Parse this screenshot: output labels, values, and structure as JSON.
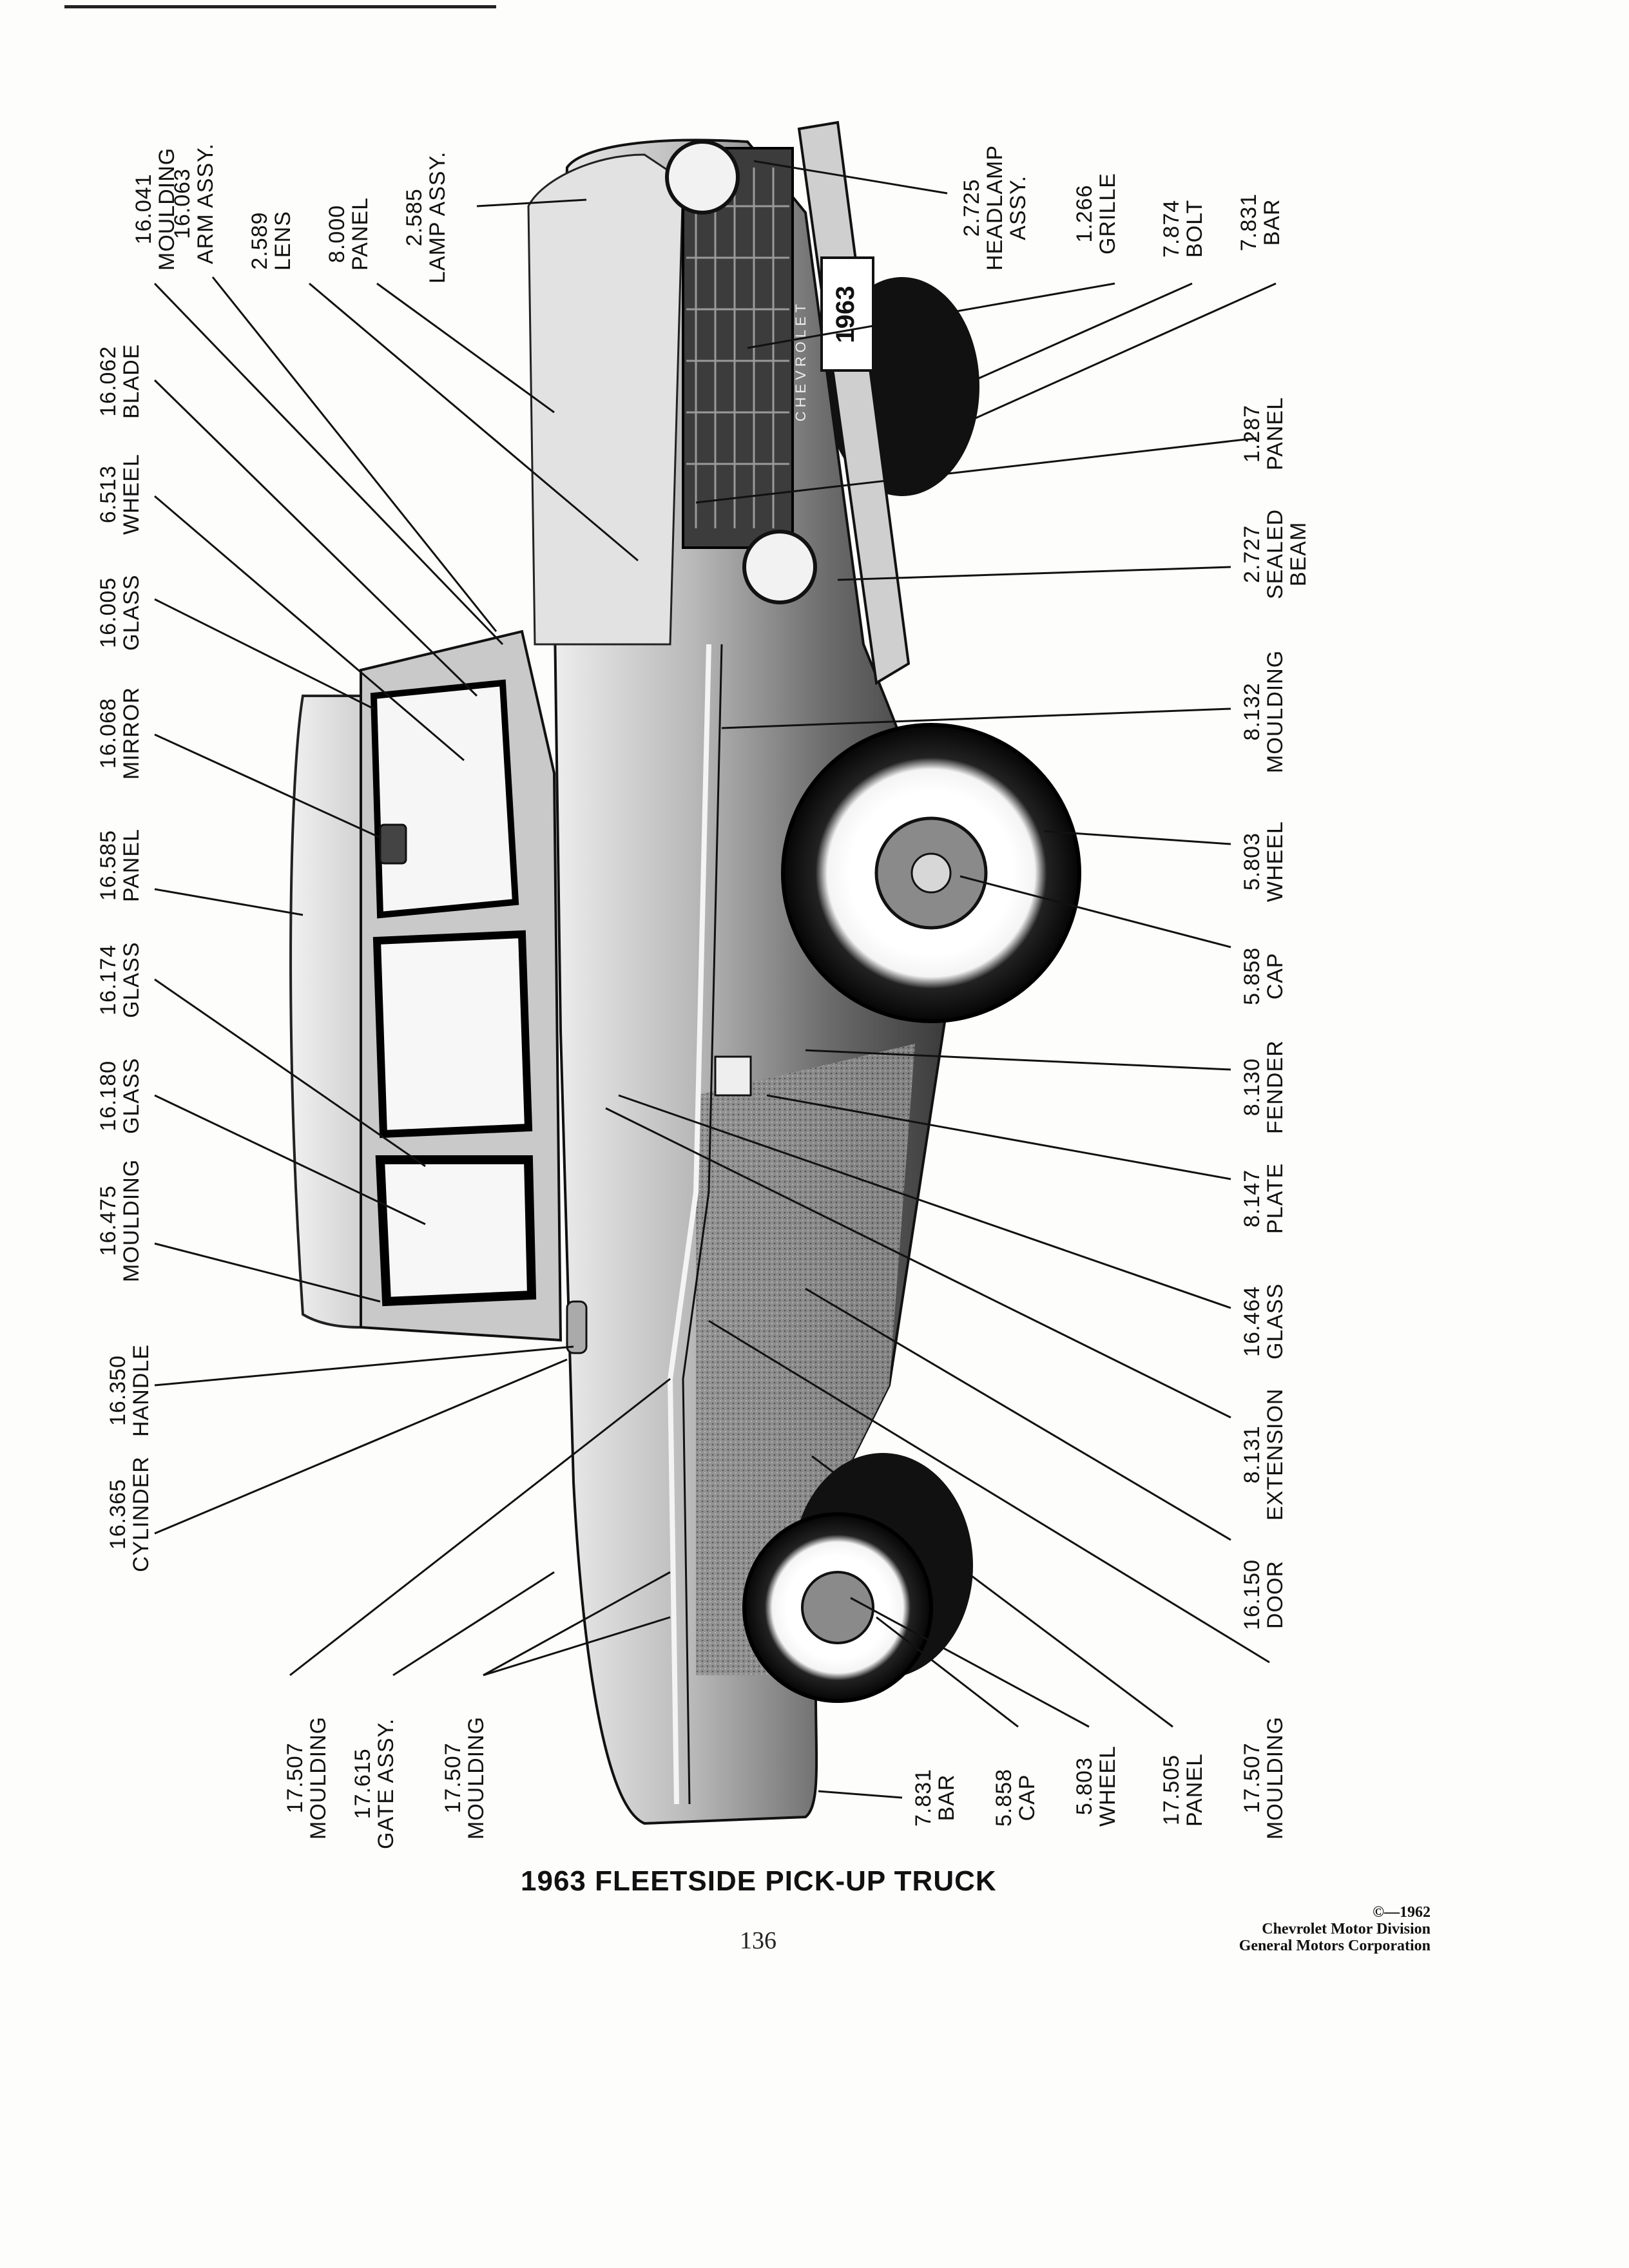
{
  "caption": "1963 FLEETSIDE PICK-UP TRUCK",
  "page_number": "136",
  "copyright": {
    "line1": "©—1962",
    "line2": "Chevrolet Motor Division",
    "line3": "General Motors Corporation"
  },
  "plate_text": "1963",
  "grille_text": "CHEVROLET",
  "callouts": {
    "moulding_16041": {
      "number": "16.041",
      "name": "MOULDING"
    },
    "arm_16063": {
      "number": "16.063",
      "name": "ARM ASSY."
    },
    "lens_2589": {
      "number": "2.589",
      "name": "LENS"
    },
    "panel_8000": {
      "number": "8.000",
      "name": "PANEL"
    },
    "lamp_2585": {
      "number": "2.585",
      "name": "LAMP ASSY."
    },
    "blade_16062": {
      "number": "16.062",
      "name": "BLADE"
    },
    "wheel_6513": {
      "number": "6.513",
      "name": "WHEEL"
    },
    "glass_16005": {
      "number": "16.005",
      "name": "GLASS"
    },
    "mirror_16068": {
      "number": "16.068",
      "name": "MIRROR"
    },
    "panel_16585": {
      "number": "16.585",
      "name": "PANEL"
    },
    "glass_16174": {
      "number": "16.174",
      "name": "GLASS"
    },
    "glass_16180": {
      "number": "16.180",
      "name": "GLASS"
    },
    "moulding_16475": {
      "number": "16.475",
      "name": "MOULDING"
    },
    "handle_16350": {
      "number": "16.350",
      "name": "HANDLE"
    },
    "cylinder_16365": {
      "number": "16.365",
      "name": "CYLINDER"
    },
    "moulding_17507_a": {
      "number": "17.507",
      "name": "MOULDING"
    },
    "gate_17615": {
      "number": "17.615",
      "name": "GATE ASSY."
    },
    "moulding_17507_b": {
      "number": "17.507",
      "name": "MOULDING"
    },
    "headlamp_2725": {
      "number": "2.725",
      "name": "HEADLAMP",
      "name2": "ASSY."
    },
    "grille_1266": {
      "number": "1.266",
      "name": "GRILLE"
    },
    "bolt_7874": {
      "number": "7.874",
      "name": "BOLT"
    },
    "bar_7831_front": {
      "number": "7.831",
      "name": "BAR"
    },
    "panel_1287": {
      "number": "1.287",
      "name": "PANEL"
    },
    "sealed_2727": {
      "number": "2.727",
      "name": "SEALED",
      "name2": "BEAM"
    },
    "moulding_8132": {
      "number": "8.132",
      "name": "MOULDING"
    },
    "wheel_5803_front": {
      "number": "5.803",
      "name": "WHEEL"
    },
    "cap_5858_front": {
      "number": "5.858",
      "name": "CAP"
    },
    "fender_8130": {
      "number": "8.130",
      "name": "FENDER"
    },
    "plate_8147": {
      "number": "8.147",
      "name": "PLATE"
    },
    "glass_16464": {
      "number": "16.464",
      "name": "GLASS"
    },
    "extension_8131": {
      "number": "8.131",
      "name": "EXTENSION"
    },
    "door_16150": {
      "number": "16.150",
      "name": "DOOR"
    },
    "moulding_17507_c": {
      "number": "17.507",
      "name": "MOULDING"
    },
    "panel_17505": {
      "number": "17.505",
      "name": "PANEL"
    },
    "wheel_5803_rear": {
      "number": "5.803",
      "name": "WHEEL"
    },
    "cap_5858_rear": {
      "number": "5.858",
      "name": "CAP"
    },
    "bar_7831_rear": {
      "number": "7.831",
      "name": "BAR"
    }
  }
}
